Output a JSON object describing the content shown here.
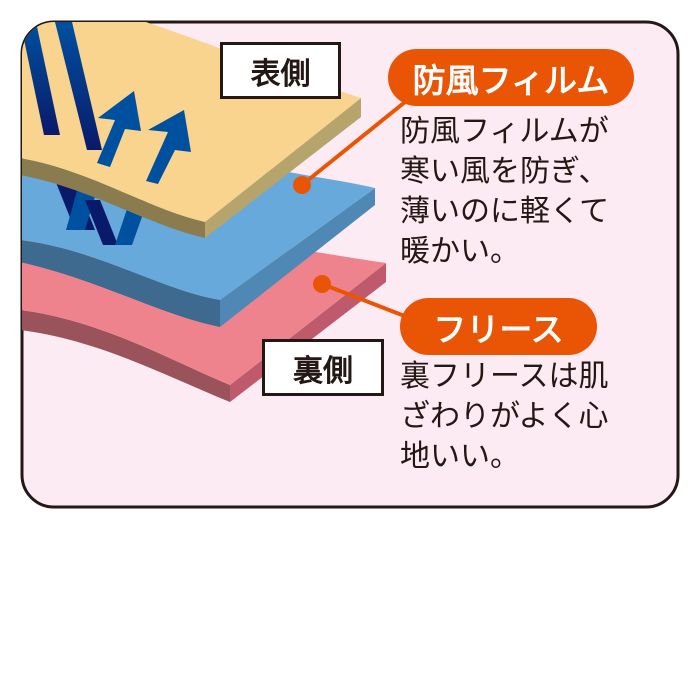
{
  "labels": {
    "outer": "表側",
    "inner": "裏側"
  },
  "film": {
    "title": "防風フィルム",
    "description": [
      "防風フィルムが",
      "寒い風を防ぎ、",
      "薄いのに軽くて",
      "暖かい。"
    ]
  },
  "fleece": {
    "title": "フリース",
    "description": [
      "裏フリースは肌",
      "ざわりがよく心",
      "地いい。"
    ]
  },
  "colors": {
    "accent": "#e95504",
    "panel": "#fcebf3",
    "outer_layer": "#f9d48e",
    "film_layer": "#66a9da",
    "fleece_layer": "#ee838d",
    "arrow": "#0050a0"
  }
}
